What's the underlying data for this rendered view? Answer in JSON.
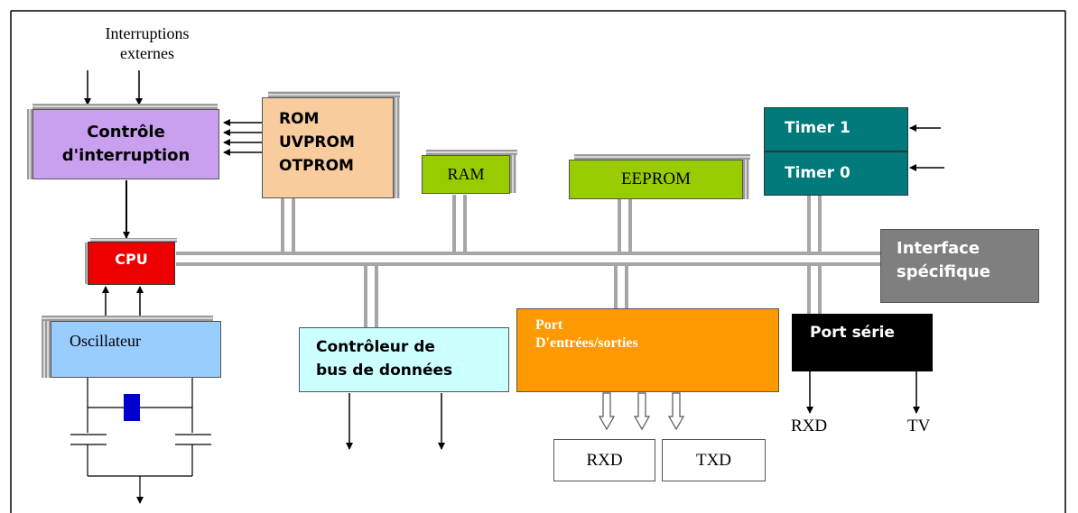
{
  "external_interrupts": {
    "line1": "Interruptions",
    "line2": "externes"
  },
  "interrupt_control": {
    "line1": "Contrôle",
    "line2": "d'interruption"
  },
  "rom": {
    "line1": "ROM",
    "line2": "UVPROM",
    "line3": "OTPROM"
  },
  "ram": {
    "label": "RAM"
  },
  "eeprom": {
    "label": "EEPROM"
  },
  "timer1": {
    "label": "Timer 1"
  },
  "timer0": {
    "label": "Timer 0"
  },
  "cpu": {
    "label": "CPU"
  },
  "interface": {
    "line1": "Interface",
    "line2": "spécifique"
  },
  "oscillator": {
    "label": "Oscillateur"
  },
  "data_bus_controller": {
    "line1": "Contrôleur de",
    "line2": "bus de données"
  },
  "io_port": {
    "line1": "Port",
    "line2": "D'entrées/sorties"
  },
  "serial_port": {
    "label": "Port série"
  },
  "outputs": {
    "rxd_box": "RXD",
    "txd_box": "TXD",
    "rxd_serial": "RXD",
    "tv_serial": "TV"
  },
  "colors": {
    "interrupt_control": "#c9a0f0",
    "rom": "#f8cc9c",
    "ram": "#99cc00",
    "eeprom": "#99cc00",
    "timer": "#007a7a",
    "cpu": "#ee0000",
    "interface": "#7f7f7f",
    "oscillator": "#99ccff",
    "data_bus_controller": "#ccffff",
    "io_port": "#ff9900",
    "serial_port": "#000000",
    "bus": "#a6a6a6",
    "crystal": "#0000cc"
  }
}
